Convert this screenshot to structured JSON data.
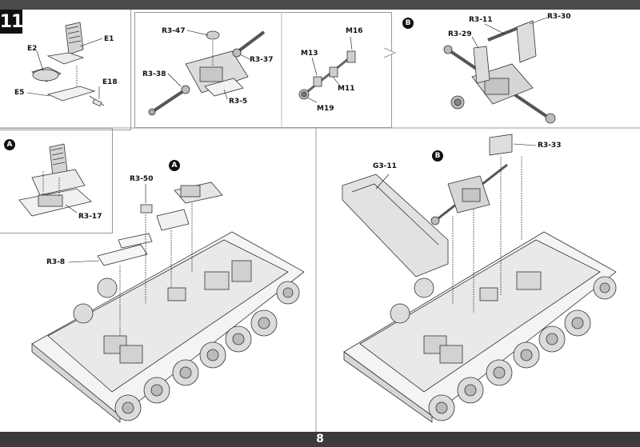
{
  "step": "11",
  "page_number": "8",
  "callouts": {
    "a_top": "A",
    "b_top": "B",
    "a_main": "A",
    "b_main": "B"
  },
  "parts": {
    "e1": "E1",
    "e2": "E2",
    "e5": "E5",
    "e18": "E18",
    "r3_47": "R3-47",
    "r3_38": "R3-38",
    "r3_37": "R3-37",
    "r3_5": "R3-5",
    "m16": "M16",
    "m13": "M13",
    "m11": "M11",
    "m19": "M19",
    "r3_11": "R3-11",
    "r3_30": "R3-30",
    "r3_29": "R3-29",
    "r3_17": "R3-17",
    "r3_50": "R3-50",
    "r3_8": "R3-8",
    "g3_11": "G3-11",
    "r3_33": "R3-33"
  }
}
